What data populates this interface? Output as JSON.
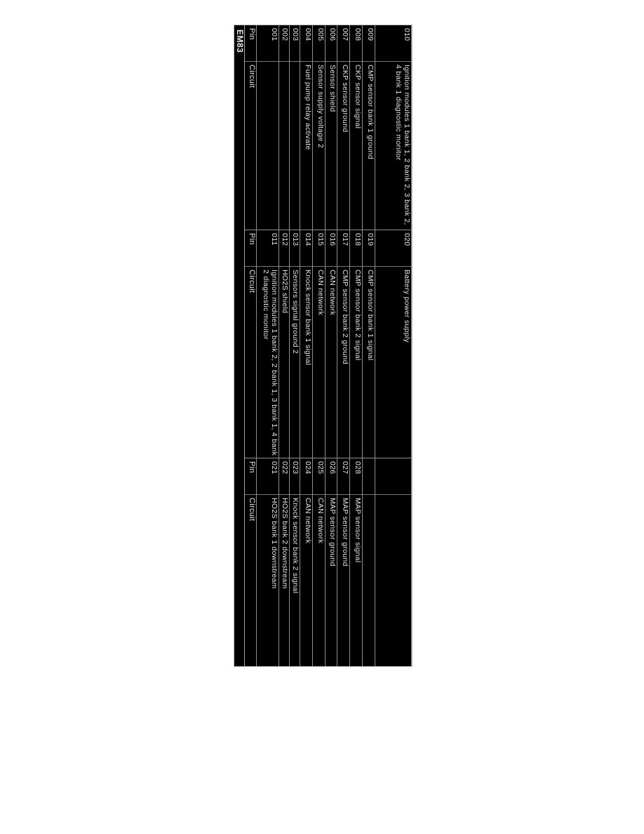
{
  "document": {
    "title": "EM83",
    "pin_header": "Pin",
    "circuit_header": "Circuit",
    "colors": {
      "page_background": "#ffffff",
      "table_background": "#000000",
      "text": "#e6e6e6",
      "grid_line": "#8e8e8e"
    },
    "groups": [
      {
        "pins": [
          {
            "pin": "001",
            "circuit": ""
          },
          {
            "pin": "002",
            "circuit": ""
          },
          {
            "pin": "003",
            "circuit": ""
          },
          {
            "pin": "004",
            "circuit": "Fuel pump relay activate"
          },
          {
            "pin": "005",
            "circuit": "Sensor supply voltage 2"
          },
          {
            "pin": "006",
            "circuit": "Sensor shield"
          },
          {
            "pin": "007",
            "circuit": "CKP sensor ground"
          },
          {
            "pin": "008",
            "circuit": "CKP sensor signal"
          },
          {
            "pin": "009",
            "circuit": "CMP sensor bank 1 ground"
          },
          {
            "pin": "010",
            "circuit": "Ignition modules 1 bank 1, 2 bank 2, 3 bank 2, 4 bank 1 diagnostic monitor"
          }
        ]
      },
      {
        "pins": [
          {
            "pin": "011",
            "circuit": "Ignition modules 1 bank 2, 2 bank 1, 3 bank 1, 4 bank 2 diagnostic monitor"
          },
          {
            "pin": "012",
            "circuit": "HO2S shield"
          },
          {
            "pin": "013",
            "circuit": "Sensors signal ground 2"
          },
          {
            "pin": "014",
            "circuit": "Knock sensor bank 1 signal"
          },
          {
            "pin": "015",
            "circuit": "CAN network"
          },
          {
            "pin": "016",
            "circuit": "CAN network"
          },
          {
            "pin": "017",
            "circuit": "CMP sensor bank 2 ground"
          },
          {
            "pin": "018",
            "circuit": "CMP sensor bank 2 signal"
          },
          {
            "pin": "019",
            "circuit": "CMP sensor bank 1 signal"
          },
          {
            "pin": "020",
            "circuit": "Battery power supply"
          }
        ]
      },
      {
        "pins": [
          {
            "pin": "021",
            "circuit": "HO2S bank 1 downstream"
          },
          {
            "pin": "022",
            "circuit": "HO2S bank 2 downstream"
          },
          {
            "pin": "023",
            "circuit": "Knock sensor bank 2 signal"
          },
          {
            "pin": "024",
            "circuit": "CAN network"
          },
          {
            "pin": "025",
            "circuit": "CAN network"
          },
          {
            "pin": "026",
            "circuit": "MAP sensor ground"
          },
          {
            "pin": "027",
            "circuit": "MAP sensor ground"
          },
          {
            "pin": "028",
            "circuit": "MAP sensor signal"
          }
        ]
      }
    ]
  }
}
